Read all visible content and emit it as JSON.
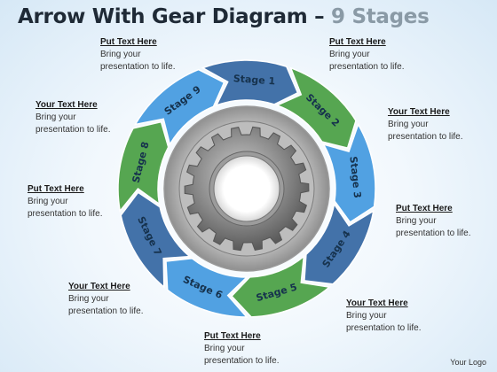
{
  "title": {
    "main": "Arrow With Gear Diagram",
    "dash": " – ",
    "sub": "9 Stages"
  },
  "stages": [
    {
      "label": "Stage 1",
      "color": "#2a5f9e"
    },
    {
      "label": "Stage 2",
      "color": "#3f9a3a"
    },
    {
      "label": "Stage 3",
      "color": "#3a95de"
    },
    {
      "label": "Stage 4",
      "color": "#2a5f9e"
    },
    {
      "label": "Stage 5",
      "color": "#3f9a3a"
    },
    {
      "label": "Stage 6",
      "color": "#3a95de"
    },
    {
      "label": "Stage 7",
      "color": "#2a5f9e"
    },
    {
      "label": "Stage 8",
      "color": "#3f9a3a"
    },
    {
      "label": "Stage 9",
      "color": "#3a95de"
    }
  ],
  "callouts": [
    {
      "heading": "Put Text Here",
      "line1": "Bring your",
      "line2": "presentation to life."
    },
    {
      "heading": "Your Text Here",
      "line1": "Bring your",
      "line2": "presentation to life."
    },
    {
      "heading": "Put Text Here",
      "line1": "Bring your",
      "line2": "presentation to life."
    },
    {
      "heading": "Your Text Here",
      "line1": "Bring your",
      "line2": "presentation to life."
    },
    {
      "heading": "Put Text Here",
      "line1": "Bring your",
      "line2": "presentation to life."
    },
    {
      "heading": "Your Text Here",
      "line1": "Bring your",
      "line2": "presentation to life."
    },
    {
      "heading": "Put Text Here",
      "line1": "Bring your",
      "line2": "presentation to life."
    },
    {
      "heading": "Your Text Here",
      "line1": "Bring your",
      "line2": "presentation to life."
    },
    {
      "heading": "Put Text Here",
      "line1": "Bring your",
      "line2": "presentation to life."
    }
  ],
  "logo": "Your Logo"
}
